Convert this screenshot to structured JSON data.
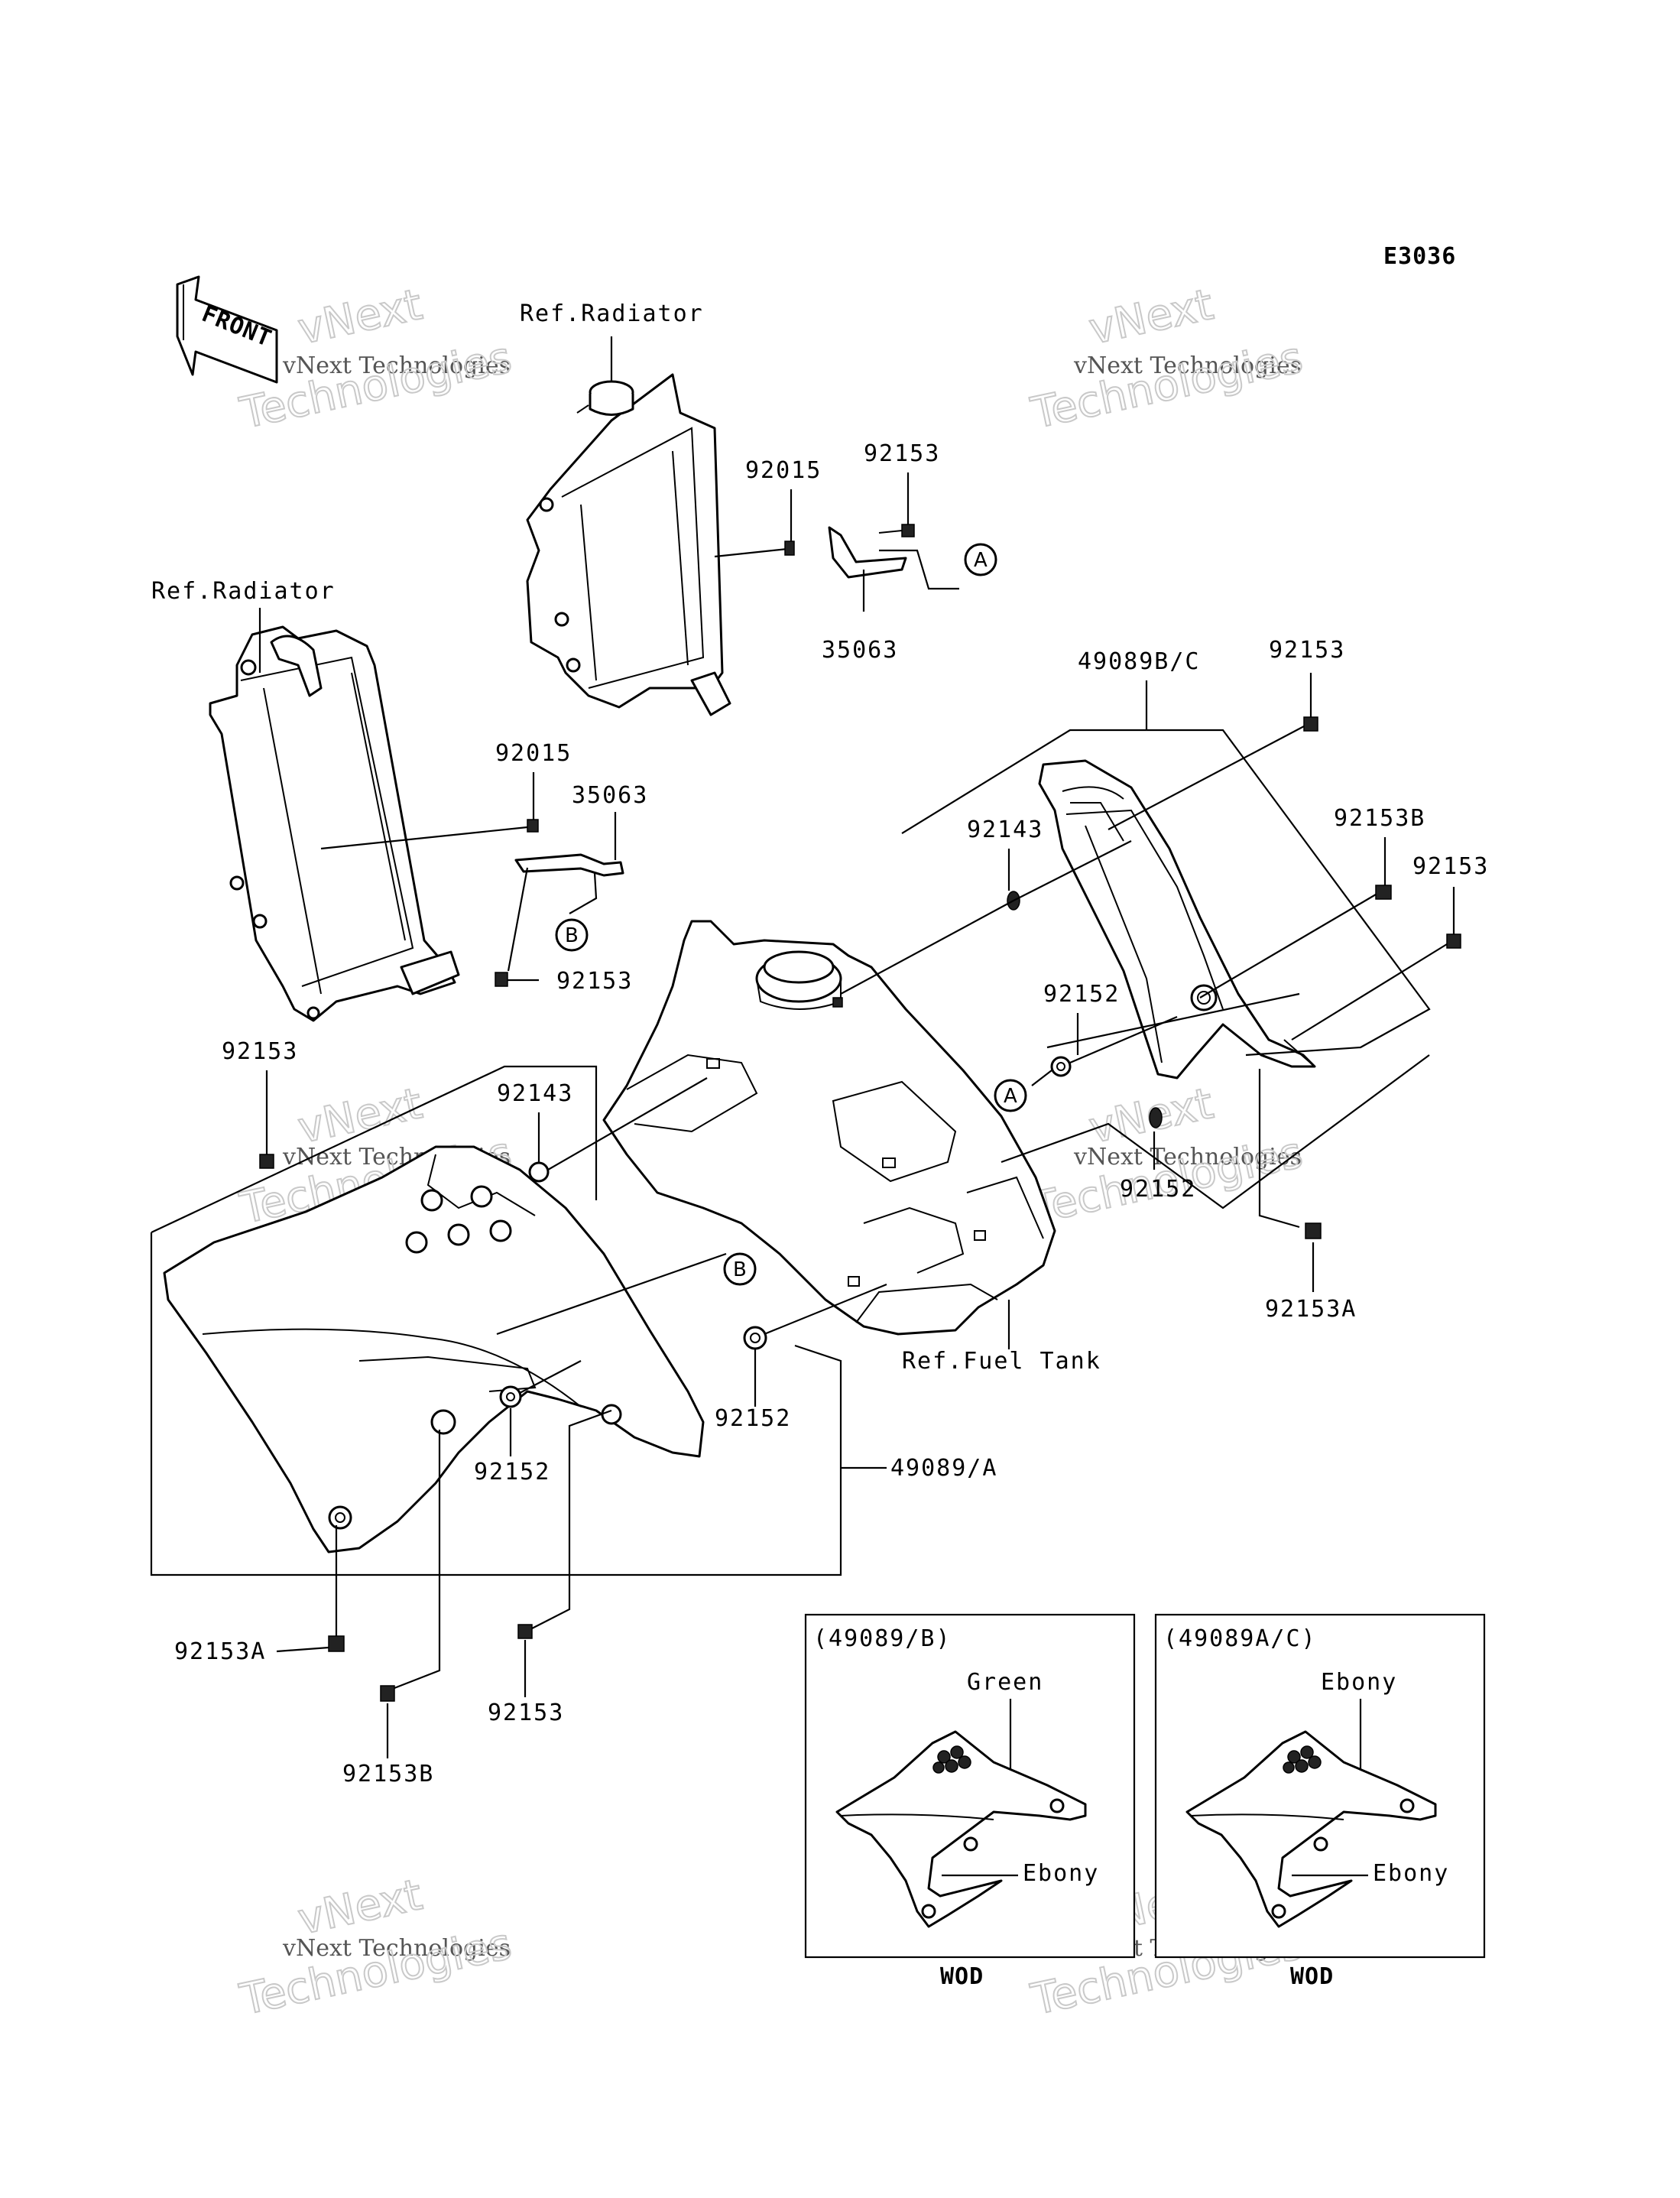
{
  "diagram_id": "E3036",
  "front_label": "FRONT",
  "watermark": {
    "line1": "vNext",
    "line2": "vNext Technologies",
    "line3": "Technologies"
  },
  "refs": {
    "radiator_top": "Ref.Radiator",
    "radiator_left": "Ref.Radiator",
    "fuel_tank": "Ref.Fuel Tank"
  },
  "part_labels": {
    "p92015_top": "92015",
    "p92153_top": "92153",
    "p35063_top": "35063",
    "p49089bc": "49089B/C",
    "p92153_right_top": "92153",
    "p92015_left": "92015",
    "p35063_left": "35063",
    "p92143_right": "92143",
    "p92153b_right": "92153B",
    "p92153_right": "92153",
    "p92153_leftmid": "92153",
    "p92152_right": "92152",
    "p92153_left": "92153",
    "p92143_left": "92143",
    "p92152_right_low": "92152",
    "p92153a_right": "92153A",
    "p92152_center": "92152",
    "p92152_left": "92152",
    "p49089a": "49089/A",
    "p92153a_left": "92153A",
    "p92153_bottom": "92153",
    "p92153b_bottom": "92153B"
  },
  "circle_refs": {
    "a_top": "A",
    "b_left": "B",
    "a_mid": "A",
    "b_center": "B"
  },
  "inset_b": {
    "title": "(49089/B)",
    "upper_color": "Green",
    "lower_color": "Ebony",
    "model": "WOD"
  },
  "inset_ac": {
    "title": "(49089A/C)",
    "upper_color": "Ebony",
    "lower_color": "Ebony",
    "model": "WOD"
  }
}
